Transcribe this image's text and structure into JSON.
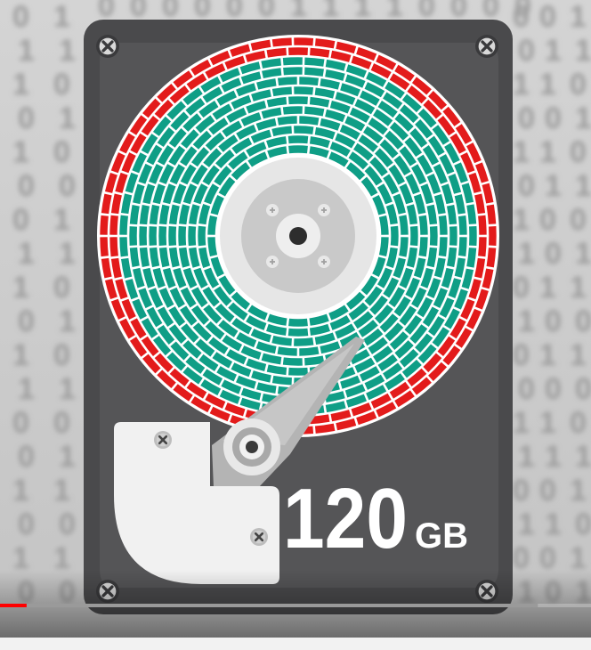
{
  "video": {
    "overlay_capacity_number": "120",
    "overlay_capacity_unit": "GB",
    "progress": 0.045,
    "buffered": 0.91
  },
  "icons": {
    "screws": "screw-icon",
    "spindle": "spindle-icon",
    "actuator": "actuator-pivot-icon"
  },
  "colors": {
    "drive_body": "#4a4a4c",
    "platter_sectors_used": "#e31b1b",
    "platter_sectors_free": "#0f9e86",
    "progress_played": "#ff0000",
    "progress_buffered": "#9a9a9a"
  },
  "background_digits": [
    "0",
    "1",
    "1",
    "0",
    "1",
    "0",
    "0",
    "1",
    "1",
    "0",
    "1",
    "1",
    "0",
    "0",
    "1",
    "0",
    "1",
    "0",
    "1",
    "1",
    "0",
    "1",
    "0",
    "0",
    "1",
    "1",
    "0",
    "1",
    "0",
    "1"
  ]
}
